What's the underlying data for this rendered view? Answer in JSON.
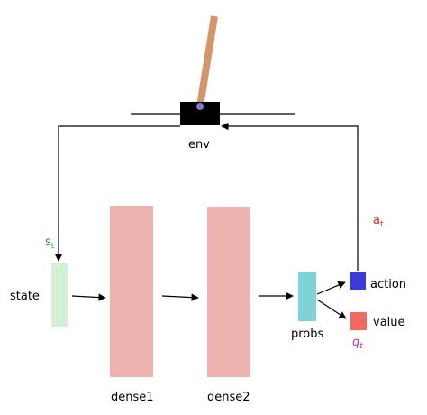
{
  "labels": {
    "env": "env",
    "state": "state",
    "dense1": "dense1",
    "dense2": "dense2",
    "probs": "probs",
    "action": "action",
    "value": "value"
  },
  "symbols": {
    "state_symbol": {
      "main": "s",
      "sub": "t"
    },
    "action_symbol": {
      "main": "a",
      "sub": "t"
    },
    "value_symbol": {
      "main": "q",
      "sub": "t"
    }
  },
  "colors": {
    "pole": "#D4956A",
    "cart": "#000000",
    "pivot": "#8A78C8",
    "state_block": "#D4F0D4",
    "dense_block": "#EDB3AE",
    "probs_block": "#7ED3D7",
    "action_block": "#3B3BD6",
    "value_block": "#F06A60",
    "state_symbol": "#2AA02A",
    "action_symbol": "#E02020",
    "value_symbol": "#C030C0",
    "line": "#000000"
  }
}
